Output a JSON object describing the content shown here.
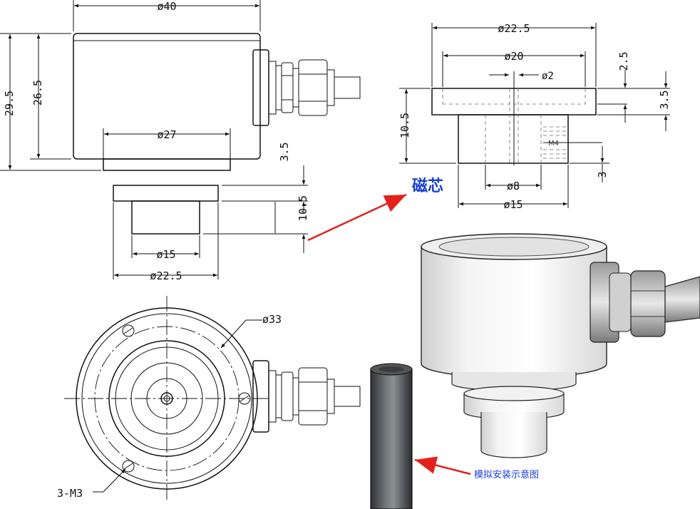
{
  "front_view": {
    "width_label": "ø40",
    "height_total_label": "29.5",
    "height_body_label": "26.5",
    "bottom_dia_label": "ø27"
  },
  "core_left": {
    "flange_thk_label": "3.5",
    "height_label": "10.5",
    "inner_dia_label": "ø15",
    "outer_dia_label": "ø22.5"
  },
  "core_right": {
    "outer_dia_label": "ø22.5",
    "inner_flange_dia_label": "ø20",
    "hole_dia_label": "ø2",
    "top_gap_label": "2.5",
    "flange_label": "3.5",
    "height_label": "10.5",
    "thread_label": "M4",
    "bore_label": "ø8",
    "body_dia_label": "ø15",
    "thread_depth_label": "3"
  },
  "bottom_view": {
    "dia_label": "ø33",
    "holes_label": "3-M3"
  },
  "annotations": {
    "core_label": "磁芯",
    "install_label": "模拟安装示意图"
  },
  "colors": {
    "annotation_blue": "#1b3fd6",
    "arrow_red": "#e3201b"
  }
}
